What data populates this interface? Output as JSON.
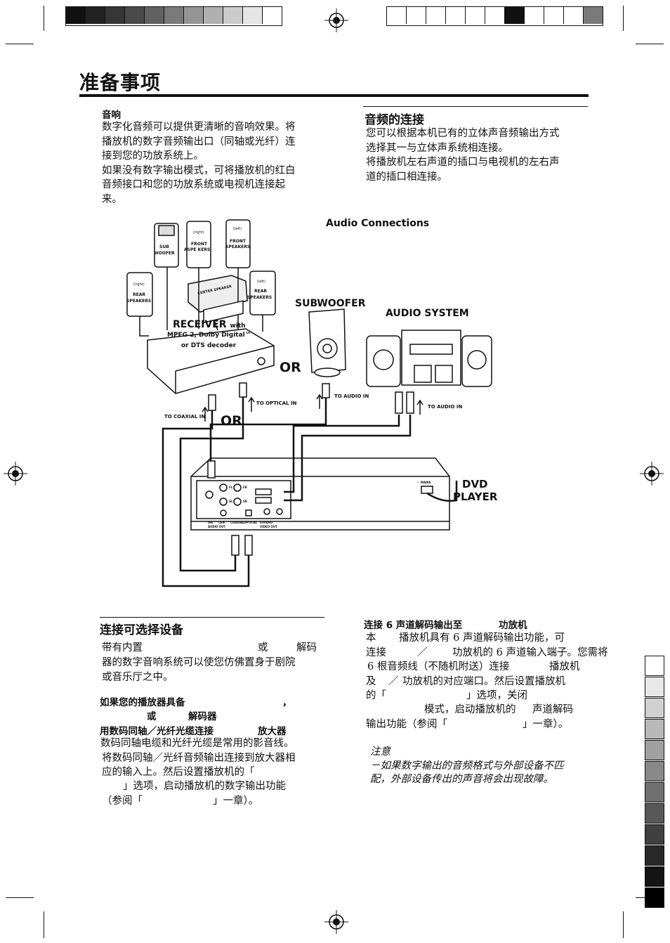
{
  "header": {
    "left_swatches": [
      "#111111",
      "#222222",
      "#363636",
      "#4a4a4a",
      "#616161",
      "#7a7a7a",
      "#959595",
      "#b0b0b0",
      "#cbcbcb",
      "#e5e5e5",
      "#ffffff"
    ],
    "right_swatches": [
      "#ffffff",
      "#ffffff",
      "#ffffff",
      "#ffffff",
      "#ffffff",
      "#ffffff",
      "#111111",
      "#ffffff",
      "#ffffff",
      "#ffffff",
      "#7a7a7a"
    ]
  },
  "page": {
    "title": "准备事项"
  },
  "left_top": {
    "heading": "音响",
    "lines": [
      "数字化音频可以提供更清晰的音响效果。将",
      "播放机的数字音频输出口（同轴或光纤）连",
      "接到您的功放系统上。",
      "如果没有数字输出模式，可将播放机的红白",
      "音频接口和您的功放系统或电视机连接起",
      "来。"
    ]
  },
  "right_top": {
    "heading": "音频的连接",
    "lines": [
      "您可以根据本机已有的立体声音频输出方式",
      "选择其一与立体声系统相连接。",
      "将播放机左右声道的插口与电视机的左右声",
      "道的插口相连接。"
    ]
  },
  "diagram": {
    "title": "Audio Connections",
    "subwoofer_label": "SUBWOOFER",
    "audio_system_label": "AUDIO SYSTEM",
    "receiver_line1": "RECEIVER",
    "receiver_with": "with",
    "receiver_line2": "MPEG 2, Dolby Digital™",
    "receiver_line3": "or DTS decoder",
    "or_label_1": "OR",
    "or_label_2": "OR",
    "to_optical_in": "TO OPTICAL IN",
    "to_coaxial_in": "TO COAXIAL IN",
    "to_audio_in_1": "TO AUDIO IN",
    "to_audio_in_2": "TO AUDIO IN",
    "dvd_line1": "DVD",
    "dvd_line2": "PLAYER",
    "speakers": {
      "sub_1": "SUB",
      "sub_2": "WOOFER",
      "front_right_tag": "(right)",
      "front_right_1": "FRONT",
      "front_right_2": "ASPE  KERS",
      "front_left_tag": "(left)",
      "front_left_1": "FRONT",
      "front_left_2": "SPEAKERS",
      "center": "CENTER SPEAKER",
      "rear_right_tag": "(right)",
      "rear_right_1": "REAR",
      "rear_right_2": "SPEAKERS",
      "rear_left_tag": "(left)",
      "rear_left_1": "REAR",
      "rear_left_2": "SPEAKERS"
    },
    "panel": {
      "fl": "FL",
      "fr": "FR",
      "sl": "SL",
      "sr": "SR",
      "audio_out_label": "AUDIO OUT",
      "sw_label": "SW",
      "cen_label": "CEN",
      "coaxial_label": "COAXIAL",
      "optical_label": "OPTICAL",
      "svideo_label": "S-VIDEO",
      "video_out_label": "VIDEO OUT",
      "mains_label": "~ MAINS"
    }
  },
  "left_bottom": {
    "heading": "连接可选择设备",
    "intro_1_a": "带有内置",
    "intro_1_b": "或",
    "intro_1_c": "解码",
    "intro_2": "器的数字音响系统可以使您仿佛置身于剧院",
    "intro_3": "或音乐厅之中。",
    "sub1_a": "如果您的播放器具备",
    "sub1_comma": "，",
    "sub1_b": "或",
    "sub1_c": "解码器",
    "sub2_a": "用数码同轴／光纤光缆连接",
    "sub2_b": "放大器",
    "line_1": "数码同轴电缆和光纤光缆是常用的影音线。",
    "line_2": "将数码同轴／光纤音频输出连接到放大器相",
    "line_3": "应的输入上。然后设置播放机的「",
    "line_4": "」选项，启动播放机的数字输出功能",
    "line_5a": "（参阅「",
    "line_5b": "」一章）。"
  },
  "right_bottom": {
    "heading_a": "连接 6 声道解码输出至",
    "heading_b": "功放机",
    "l1a": "本",
    "l1b": "播放机具有 6 声道解码输出功能，可",
    "l2a": "连接",
    "l2b": "／",
    "l2c": "功放机的 6 声道输入端子。您需将",
    "l3a": "6 根音频线（不随机附送）连接",
    "l3b": "播放机",
    "l4a": "及",
    "l4b": "／",
    "l4c": "功放机的对应端口。然后设置播放机",
    "l5a": "的「",
    "l5b": "」选项，关闭",
    "l6a": "模式，启动播放机的",
    "l6b": "声道解码",
    "l7a": "输出功能（参阅「",
    "l7b": "」一章）。",
    "note_title": "注意",
    "note_1": "－如果数字输出的音频格式与外部设备不匹",
    "note_2": "配，外部设备传出的声音将会出现故障。"
  },
  "side_tabs": [
    "#ffffff",
    "#e8e8e8",
    "#d0d0d0",
    "#b8b8b8",
    "#a0a0a0",
    "#888888",
    "#707070",
    "#585858",
    "#404040",
    "#282828",
    "#141414",
    "#000000"
  ]
}
